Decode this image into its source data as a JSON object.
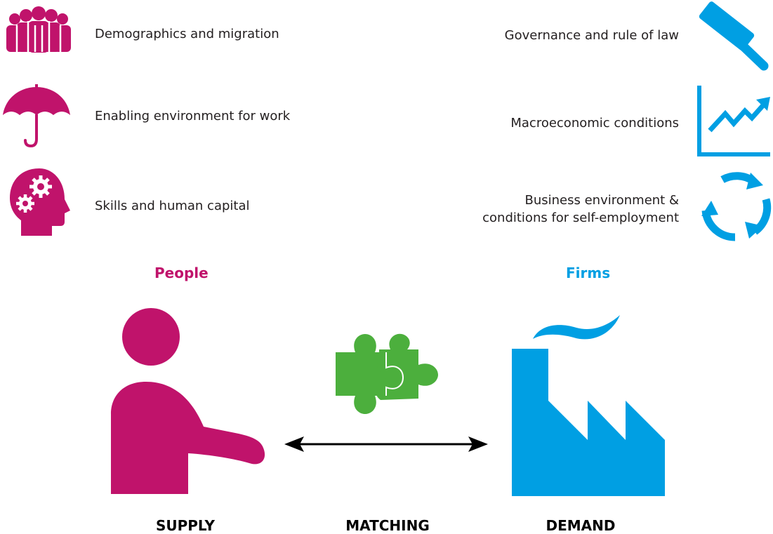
{
  "colors": {
    "supply": "#c0136b",
    "demand": "#009fe3",
    "matching": "#4caf3d",
    "text": "#231f20"
  },
  "supply_factors": [
    {
      "label": "Demographics and migration",
      "icon": "people-group-icon"
    },
    {
      "label": "Enabling environment for work",
      "icon": "umbrella-icon"
    },
    {
      "label": "Skills and human capital",
      "icon": "head-gears-icon"
    }
  ],
  "demand_factors": [
    {
      "label": "Governance and rule of law",
      "icon": "gavel-icon"
    },
    {
      "label": "Macroeconomic conditions",
      "icon": "growth-chart-icon"
    },
    {
      "label_lines": [
        "Business environment &",
        "conditions for self-employment"
      ],
      "icon": "cycle-arrows-icon"
    }
  ],
  "people_heading": "People",
  "firms_heading": "Firms",
  "supply_label": "SUPPLY",
  "matching_label": "MATCHING",
  "demand_label": "DEMAND",
  "icons": {
    "person": "person-icon",
    "puzzle": "puzzle-icon",
    "arrow": "double-arrow-icon",
    "factory": "factory-icon"
  }
}
